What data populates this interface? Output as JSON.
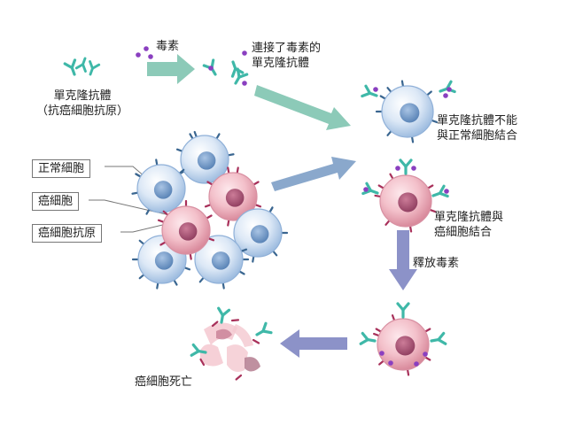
{
  "labels": {
    "antibody": "單克隆抗體",
    "antibody_sub": "（抗癌細胞抗原）",
    "toxin": "毒素",
    "conjugate_line1": "連接了毒素的",
    "conjugate_line2": "單克隆抗體",
    "no_bind_line1": "單克隆抗體不能",
    "no_bind_line2": "與正常細胞結合",
    "bind_line1": "單克隆抗體與",
    "bind_line2": "癌細胞結合",
    "release_toxin": "釋放毒素",
    "cell_death": "癌細胞死亡"
  },
  "legend": {
    "normal_cell": "正常細胞",
    "cancer_cell": "癌細胞",
    "cancer_antigen": "癌細胞抗原"
  },
  "colors": {
    "normal_cell_fill": "#c8daf0",
    "normal_nucleus": "#6c93c4",
    "cancer_cell_fill": "#f0b8c4",
    "cancer_nucleus": "#a85070",
    "antibody": "#3fb8a8",
    "toxin": "#8a3fc0",
    "arrow_green": "#8ccab8",
    "arrow_blue": "#8aa8cc",
    "arrow_purple": "#8c92c8",
    "normal_spike": "#3a6690",
    "antigen_spike": "#a8305a"
  }
}
